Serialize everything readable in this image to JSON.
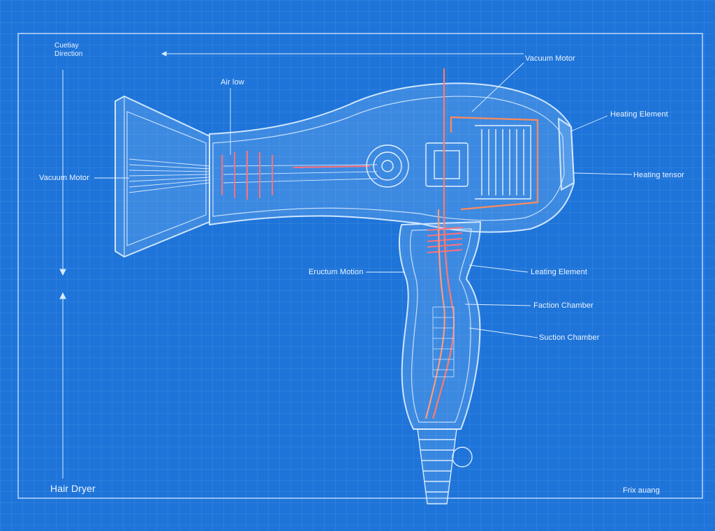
{
  "corner_note": {
    "line1": "Cuetiay",
    "line2": "Direction"
  },
  "labels": {
    "airflow": "Air low",
    "vacuum_motor_top": "Vacuum Motor",
    "vacuum_motor_left": "Vacuum Motor",
    "heating_element_top": "Heating Element",
    "heating_tensor": "Heating tensor",
    "suction_motion": "Eructum Motion",
    "heating_element_mid": "Leating Element",
    "faction_chamber": "Faction Chamber",
    "suction_chamber": "Suction Chamber"
  },
  "footer": {
    "title": "Hair Dryer",
    "author": "Frix auang"
  },
  "colors": {
    "background": "#1e74d9",
    "line": "#cfe6ff",
    "hot_wire": "#ff6a6a"
  }
}
